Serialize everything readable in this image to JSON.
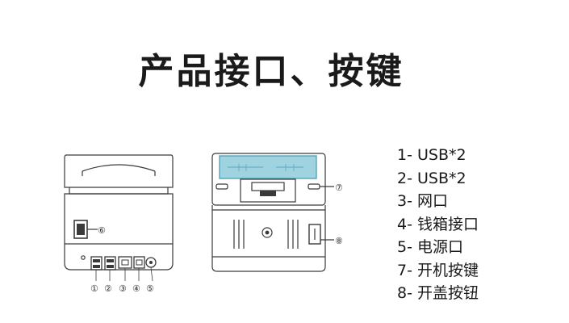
{
  "title": "产品接口、按键",
  "colors": {
    "line": "#3a3a3a",
    "glass": "#9fd3e0",
    "glass_border": "#4a9db5",
    "text": "#1a1a1a"
  },
  "callouts": {
    "c1": "①",
    "c2": "②",
    "c3": "③",
    "c4": "④",
    "c5": "⑤",
    "c6": "⑥",
    "c7": "⑦",
    "c8": "⑧"
  },
  "legend": [
    "1- USB*2",
    "2- USB*2",
    "3- 网口",
    "4-  钱箱接口",
    "5-  电源口",
    "7-  开机按键",
    "8-  开盖按钮"
  ]
}
